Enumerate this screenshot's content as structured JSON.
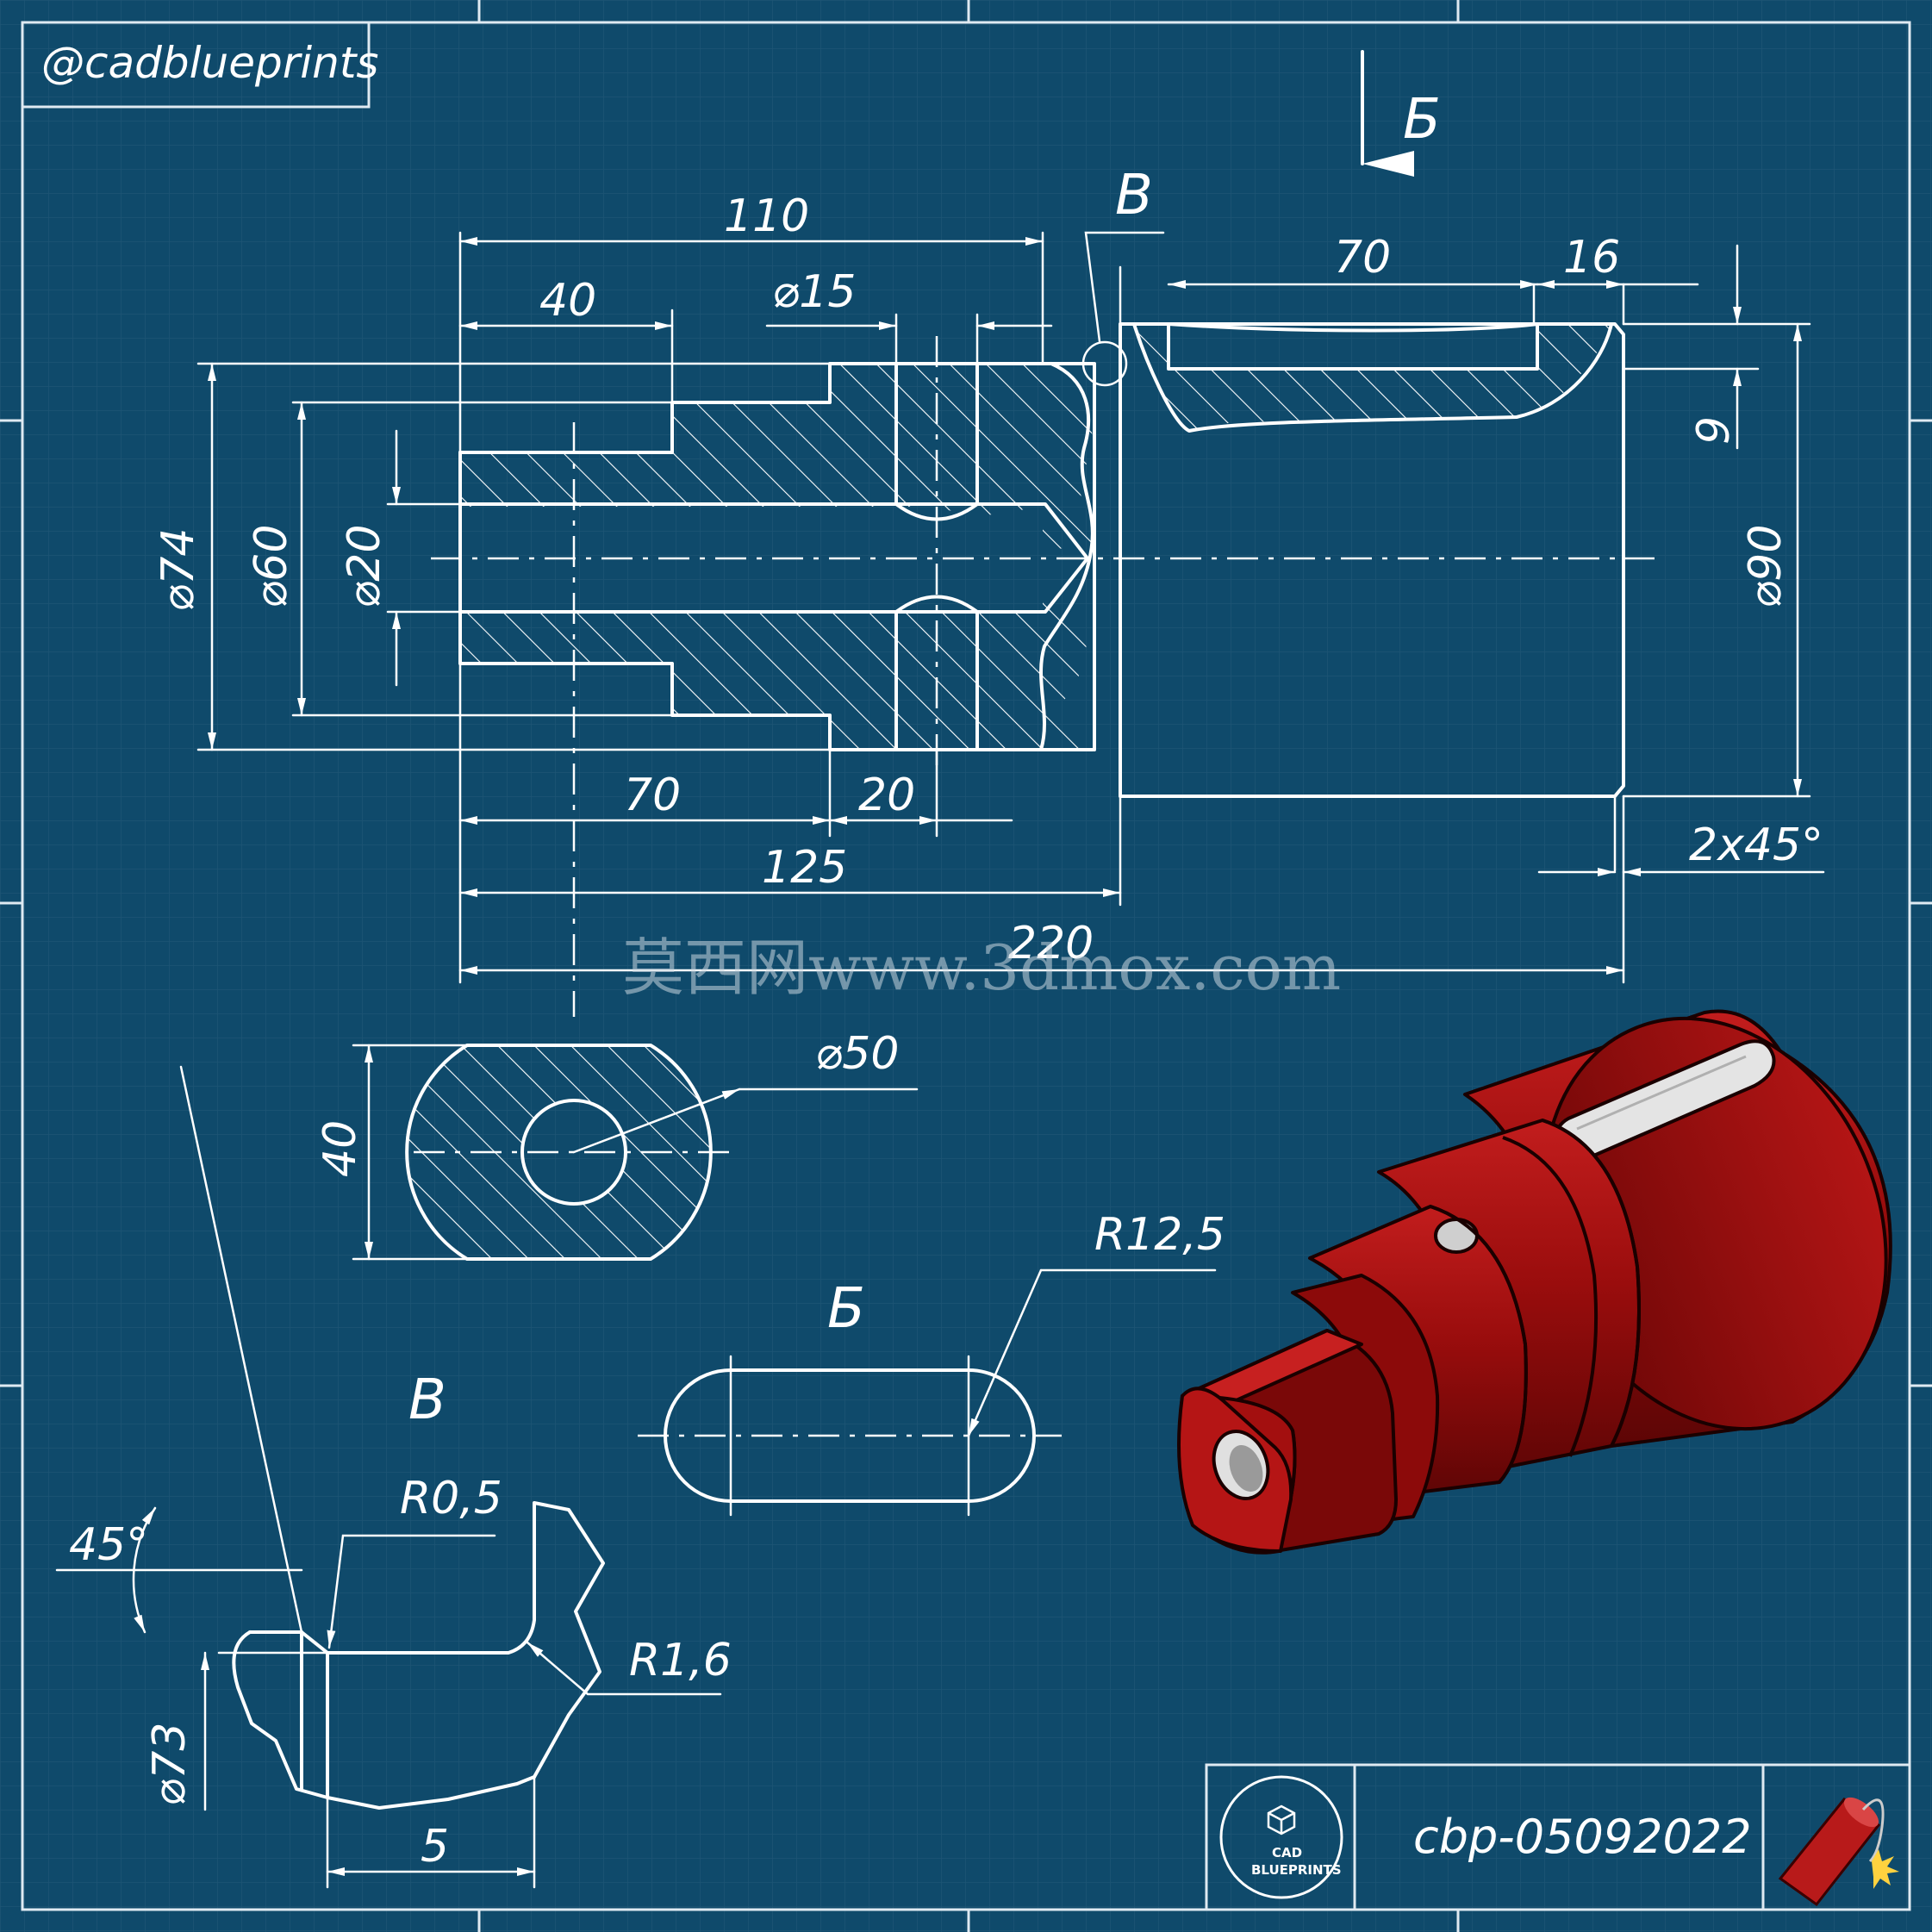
{
  "header": {
    "handle": "@cadblueprints"
  },
  "views": {
    "section_b": "Б",
    "detail_v": "В",
    "view_b": "Б",
    "detail_v_title": "В"
  },
  "dimensions": {
    "len_110": "110",
    "len_40": "40",
    "dia_15": "⌀15",
    "dia_74": "⌀74",
    "dia_60": "⌀60",
    "dia_20": "⌀20",
    "len_70_slot": "70",
    "len_16": "16",
    "depth_9": "9",
    "dia_90": "⌀90",
    "len_70_bottom": "70",
    "len_20": "20",
    "len_125": "125",
    "len_220": "220",
    "chamfer": "2x45°",
    "dia_50": "⌀50",
    "width_40": "40",
    "r_12_5": "R12,5",
    "angle_45": "45°",
    "r_0_5": "R0,5",
    "r_1_6": "R1,6",
    "dia_73": "⌀73",
    "len_5": "5"
  },
  "watermark": "莫西网www.3dmox.com",
  "title_block": {
    "code": "cbp-05092022",
    "logo_line1": "CAD",
    "logo_line2": "BLUEPRINTS"
  },
  "colors": {
    "background": "#0f4a6b",
    "line": "#ffffff",
    "part_red": "#9a0d0d"
  }
}
